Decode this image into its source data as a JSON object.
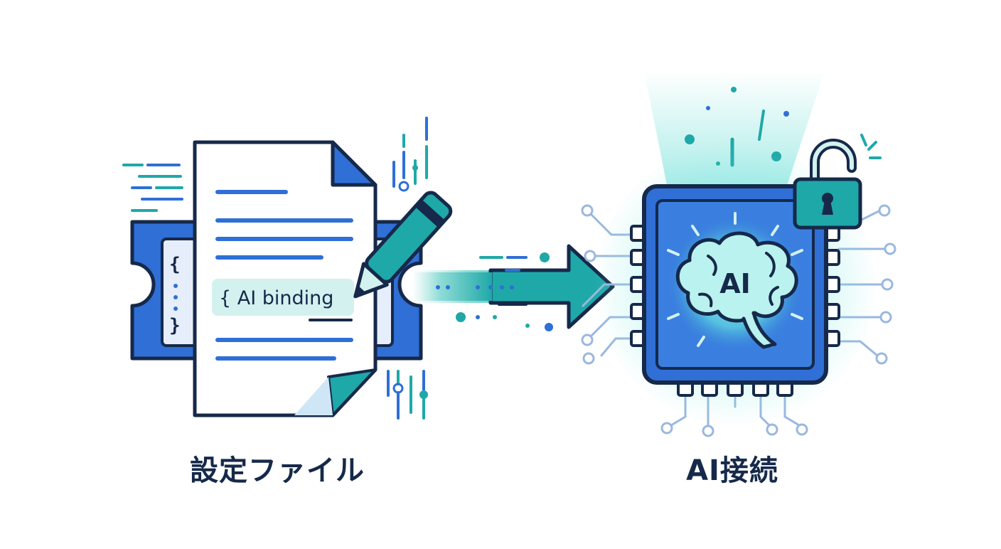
{
  "config": {
    "caption": "設定ファイル",
    "binding_text": "{ AI binding",
    "brace_open": "{",
    "brace_close": "}"
  },
  "ai": {
    "caption": "AI接続",
    "chip_label": "AI"
  },
  "colors": {
    "navy": "#16294a",
    "blue": "#2f6fd6",
    "light_blue": "#d8e6f7",
    "teal": "#1fa8a8",
    "light_teal": "#d3f1ef",
    "circuit": "#9ab8de"
  },
  "icons": [
    "config-file-icon",
    "pen-icon",
    "arrow-icon",
    "ai-chip-icon",
    "brain-icon",
    "unlocked-padlock-icon"
  ]
}
